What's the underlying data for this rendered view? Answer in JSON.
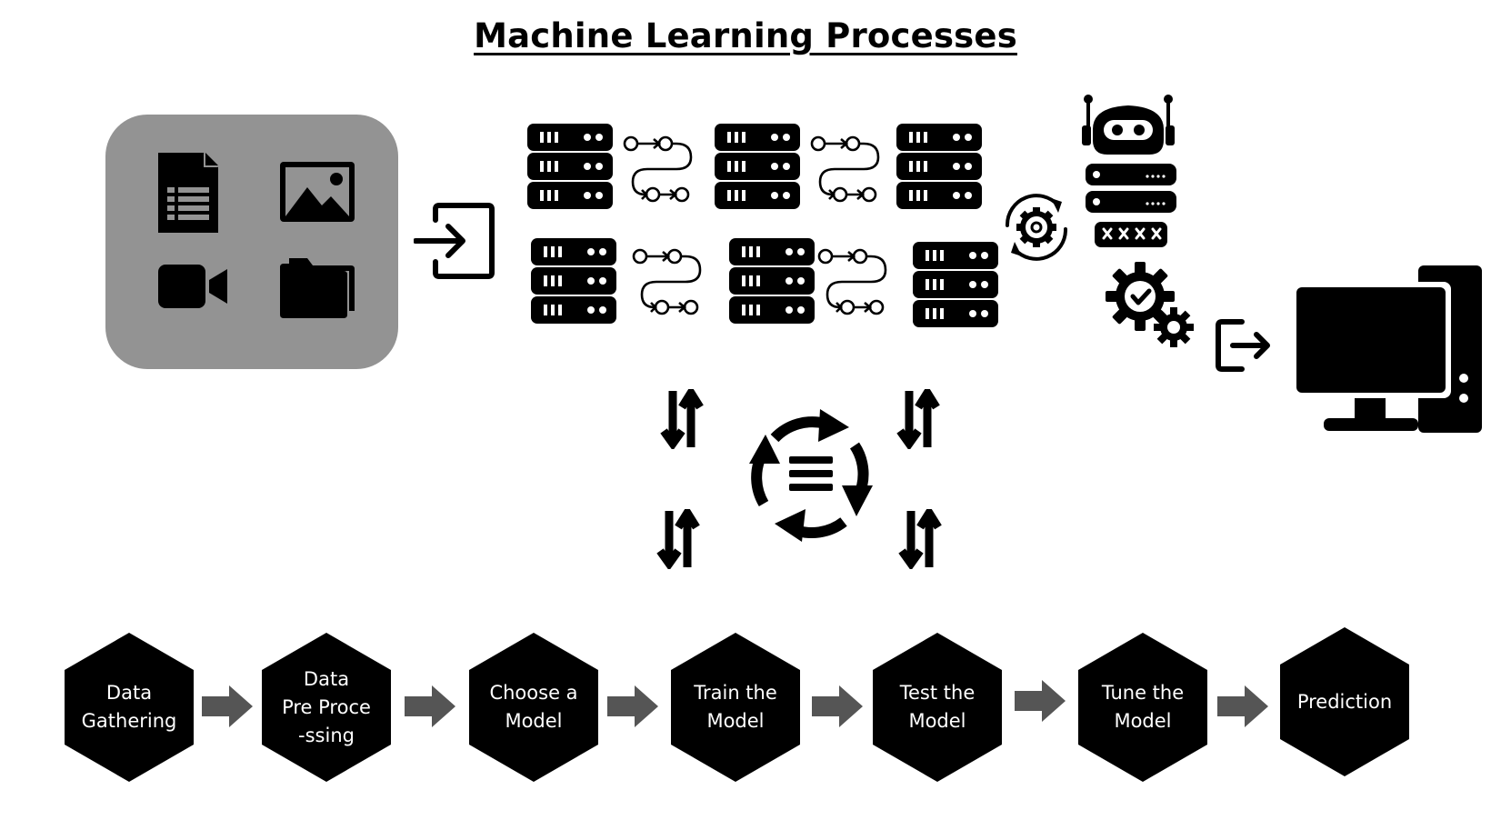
{
  "title": "Machine Learning Processes",
  "colors": {
    "panel": "#939393",
    "icon": "#000000",
    "arrow": "#555555",
    "hex_text": "#ffffff"
  },
  "data_sources": [
    {
      "icon": "spreadsheet-document-icon"
    },
    {
      "icon": "image-icon"
    },
    {
      "icon": "video-camera-icon"
    },
    {
      "icon": "folders-icon"
    }
  ],
  "icons": {
    "import": "sign-in-icon",
    "server": "server-rack-icon",
    "workflow": "workflow-path-icon",
    "settings_cycle": "gear-refresh-icon",
    "robot_server": "robot-server-icon",
    "verified_gears": "gears-check-icon",
    "export": "sign-out-icon",
    "computer": "desktop-computer-icon",
    "exchange": "up-down-arrows-icon",
    "cycle": "cycle-list-icon"
  },
  "steps": [
    {
      "label": "Data\nGathering"
    },
    {
      "label": "Data\nPre Proce\n-ssing"
    },
    {
      "label": "Choose a\nModel"
    },
    {
      "label": "Train the\nModel"
    },
    {
      "label": "Test the\nModel"
    },
    {
      "label": "Tune the\nModel"
    },
    {
      "label": "Prediction"
    }
  ]
}
